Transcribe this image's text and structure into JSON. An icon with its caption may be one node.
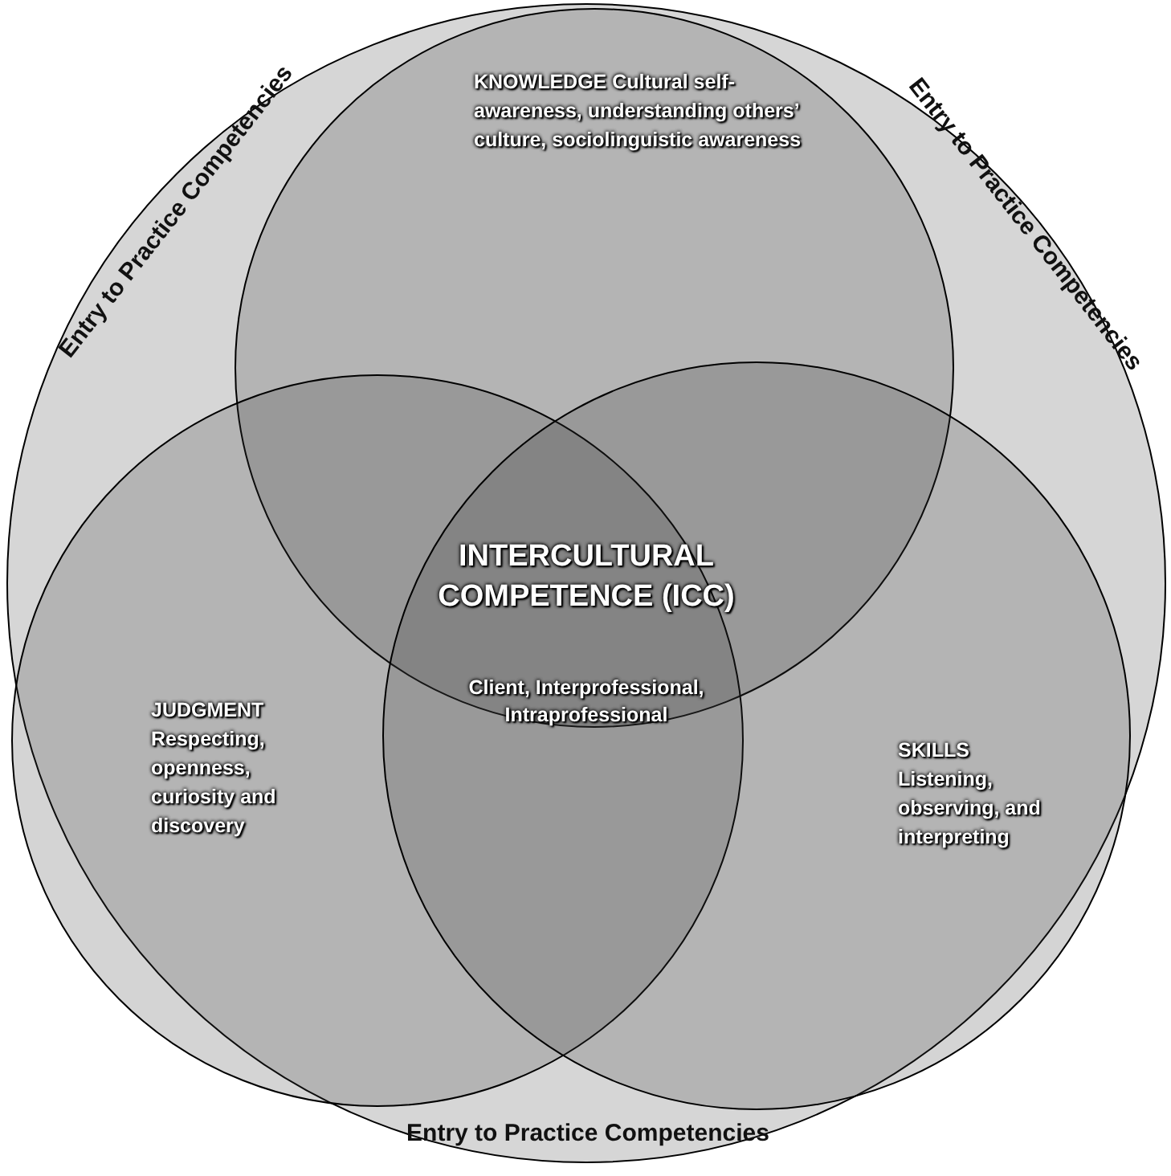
{
  "diagram": {
    "nodes": [
      {
        "text": [
          "Entry to Practice Competencies",
          "Entry to Practice Competencies",
          "Entry to Practice Competencies"
        ]
      },
      {
        "text": [
          "KNOWLEDGE Cultural self-awareness, understanding others’ culture, sociolinguistic awareness"
        ],
        "in": 0
      },
      {
        "text": [
          "JUDGMENT",
          "Respecting, openness, curiosity and discovery"
        ],
        "in": 0
      },
      {
        "text": [
          "SKILLS",
          "Listening, observing, and interpreting"
        ],
        "in": 0
      }
    ],
    "labels": [
      "INTERCULTURAL COMPETENCE (ICC)",
      "Client, Interprofessional, Intraprofessional"
    ]
  }
}
